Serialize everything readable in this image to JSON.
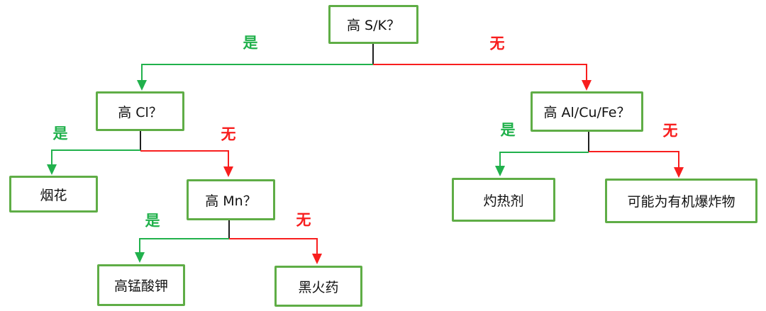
{
  "diagram": {
    "type": "decision-tree-flowchart",
    "language": "zh-CN",
    "description_visible_text_only": true
  },
  "colors": {
    "yes_green": "#21b14c",
    "no_red": "#f81e1e",
    "node_border_green": "#5fad46",
    "connector_black": "#1f1f1f",
    "node_fill": "#ffffff",
    "background": "#ffffff"
  },
  "nodes": [
    {
      "id": "high-sk",
      "label": "高 S/K？"
    },
    {
      "id": "high-cl",
      "label": "高 Cl？"
    },
    {
      "id": "high-alcufe",
      "label": "高 Al/Cu/Fe？"
    },
    {
      "id": "fireworks",
      "label": "烟花"
    },
    {
      "id": "high-mn",
      "label": "高 Mn？"
    },
    {
      "id": "thermite-agent",
      "label": "灼热剂"
    },
    {
      "id": "possible-organic-explosive",
      "label": "可能为有机爆炸物"
    },
    {
      "id": "potassium-permanganate",
      "label": "高锰酸钾"
    },
    {
      "id": "black-powder",
      "label": "黑火药"
    }
  ],
  "edges": [
    {
      "from": "high-sk",
      "to": "high-cl",
      "label": "是",
      "color": "green"
    },
    {
      "from": "high-sk",
      "to": "high-alcufe",
      "label": "无",
      "color": "red"
    },
    {
      "from": "high-cl",
      "to": "fireworks",
      "label": "是",
      "color": "green"
    },
    {
      "from": "high-cl",
      "to": "high-mn",
      "label": "无",
      "color": "red"
    },
    {
      "from": "high-mn",
      "to": "potassium-permanganate",
      "label": "是",
      "color": "green"
    },
    {
      "from": "high-mn",
      "to": "black-powder",
      "label": "无",
      "color": "red"
    },
    {
      "from": "high-alcufe",
      "to": "thermite-agent",
      "label": "是",
      "color": "green"
    },
    {
      "from": "high-alcufe",
      "to": "possible-organic-explosive",
      "label": "无",
      "color": "red"
    }
  ]
}
